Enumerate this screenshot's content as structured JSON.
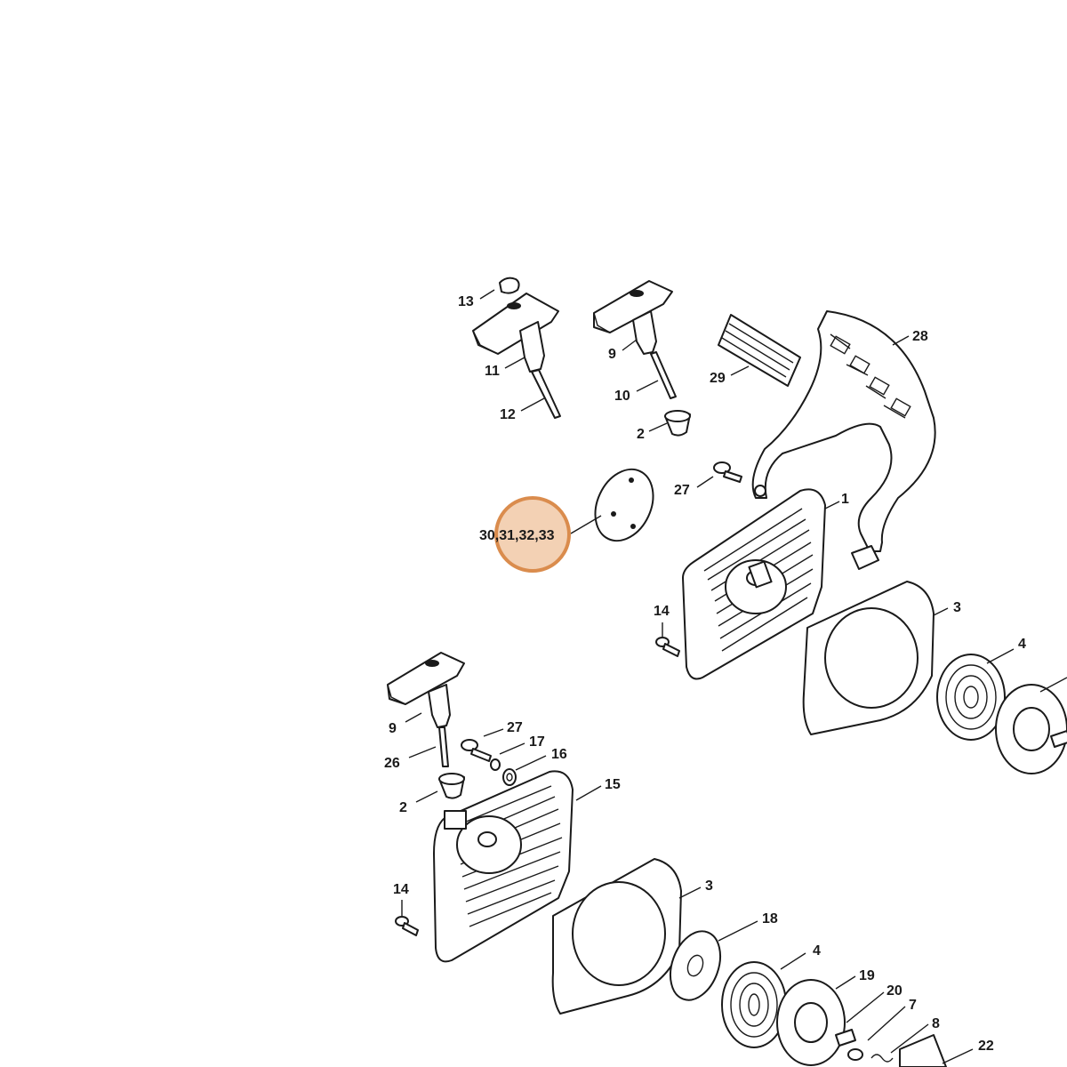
{
  "diagram": {
    "highlight_label": "30,31,32,33",
    "labels": {
      "p13": "13",
      "p11": "11",
      "p12": "12",
      "p9a": "9",
      "p10": "10",
      "p2a": "2",
      "p29": "29",
      "p28": "28",
      "p27a": "27",
      "p1": "1",
      "p30": "30,31,32,33",
      "p14a": "14",
      "p3a": "3",
      "p4a": "4",
      "p9b": "9",
      "p27b": "27",
      "p17": "17",
      "p16": "16",
      "p26": "26",
      "p2b": "2",
      "p15": "15",
      "p14b": "14",
      "p3b": "3",
      "p18": "18",
      "p4b": "4",
      "p19": "19",
      "p20": "20",
      "p7": "7",
      "p8": "8",
      "p22": "22"
    }
  }
}
